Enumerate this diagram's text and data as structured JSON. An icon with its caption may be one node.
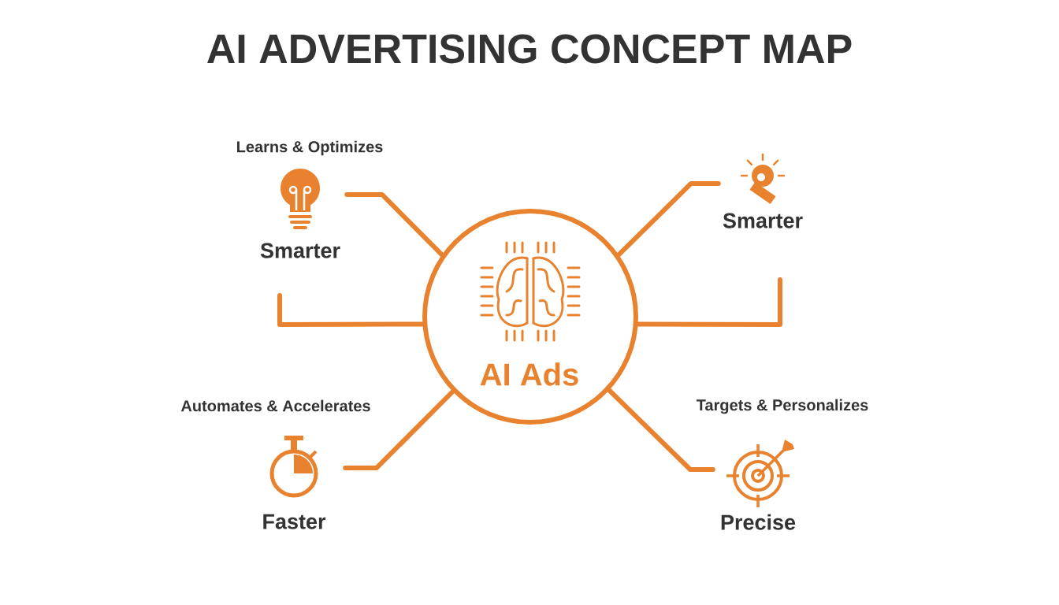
{
  "diagram": {
    "title": "AI ADVERTISING CONCEPT MAP",
    "nodes": [
      {
        "text": [
          "AI Ads"
        ]
      },
      {
        "text": [
          "Learns & Optimizes",
          "Smarter"
        ]
      },
      {
        "text": [
          "Smarter"
        ]
      },
      {
        "text": [
          "Automates & Accelerates",
          "Faster"
        ]
      },
      {
        "text": [
          "Targets & Personalizes",
          "Precise"
        ]
      }
    ],
    "edges": [
      {
        "from": 0,
        "to": 1,
        "arrow": "none"
      },
      {
        "from": 0,
        "to": 2,
        "arrow": "none"
      },
      {
        "from": 0,
        "to": null,
        "arrow": "none"
      },
      {
        "from": 0,
        "to": null,
        "arrow": "none"
      },
      {
        "from": 0,
        "to": 3,
        "arrow": "none"
      },
      {
        "from": 0,
        "to": 4,
        "arrow": "none"
      }
    ]
  }
}
